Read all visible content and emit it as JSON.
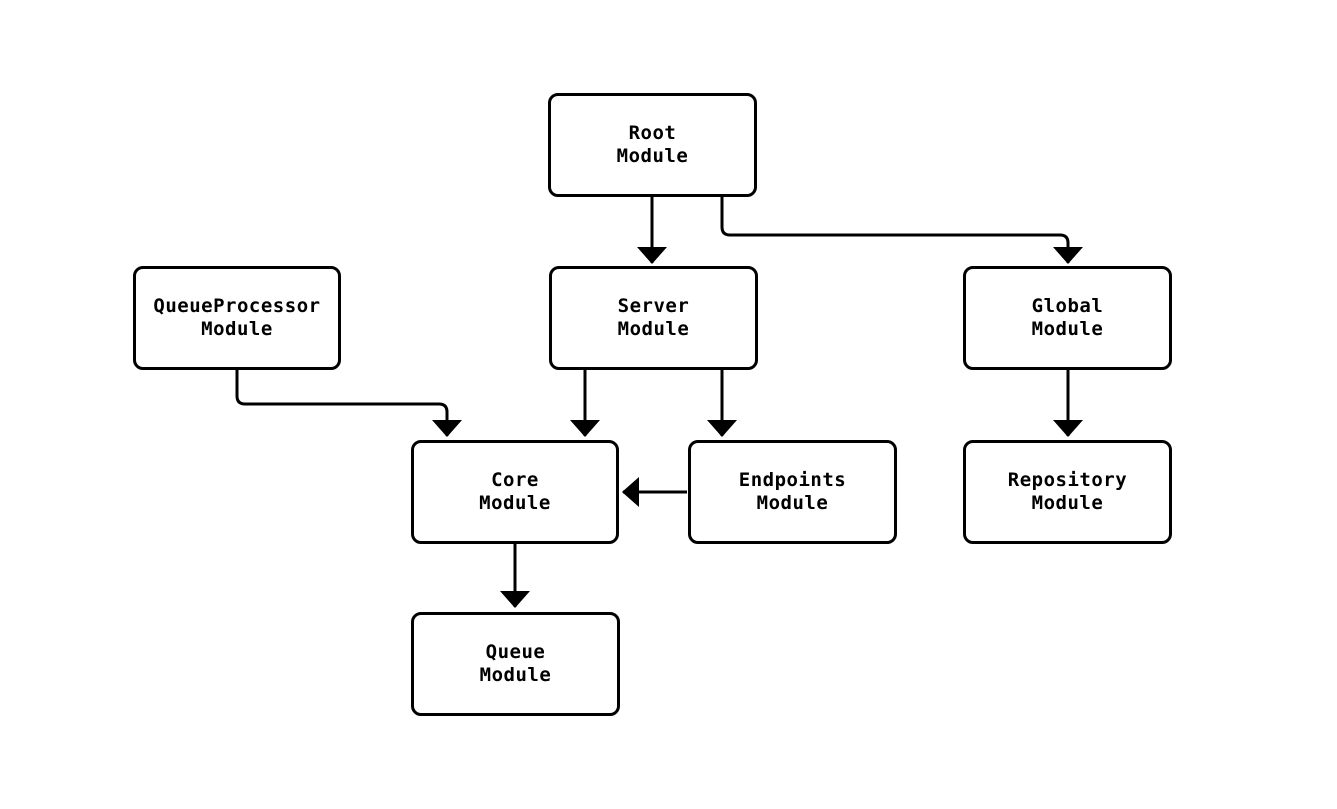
{
  "diagram": {
    "type": "module-dependency-graph",
    "background_color": "#ffffff",
    "node_style": {
      "fill": "#ffffff",
      "stroke": "#000000",
      "text_color": "#000000",
      "shape": "rounded-rectangle"
    },
    "nodes": [
      {
        "id": "RootModule",
        "line1": "Root",
        "line2": "Module"
      },
      {
        "id": "QueueProcessorModule",
        "line1": "QueueProcessor",
        "line2": "Module"
      },
      {
        "id": "ServerModule",
        "line1": "Server",
        "line2": "Module"
      },
      {
        "id": "GlobalModule",
        "line1": "Global",
        "line2": "Module"
      },
      {
        "id": "CoreModule",
        "line1": "Core",
        "line2": "Module"
      },
      {
        "id": "EndpointsModule",
        "line1": "Endpoints",
        "line2": "Module"
      },
      {
        "id": "RepositoryModule",
        "line1": "Repository",
        "line2": "Module"
      },
      {
        "id": "QueueModule",
        "line1": "Queue",
        "line2": "Module"
      }
    ],
    "edges": [
      {
        "from": "RootModule",
        "to": "ServerModule"
      },
      {
        "from": "RootModule",
        "to": "GlobalModule"
      },
      {
        "from": "QueueProcessorModule",
        "to": "CoreModule"
      },
      {
        "from": "ServerModule",
        "to": "CoreModule"
      },
      {
        "from": "ServerModule",
        "to": "EndpointsModule"
      },
      {
        "from": "EndpointsModule",
        "to": "CoreModule"
      },
      {
        "from": "GlobalModule",
        "to": "RepositoryModule"
      },
      {
        "from": "CoreModule",
        "to": "QueueModule"
      }
    ]
  }
}
